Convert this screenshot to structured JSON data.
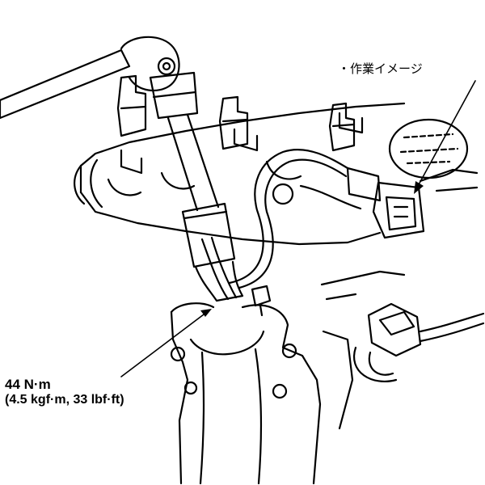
{
  "callouts": {
    "work_image_label": "・作業イメージ"
  },
  "torque": {
    "primary": "44 N·m",
    "secondary": "(4.5 kgf·m, 33 lbf·ft)"
  },
  "colors": {
    "line": "#000000",
    "background": "#ffffff"
  }
}
